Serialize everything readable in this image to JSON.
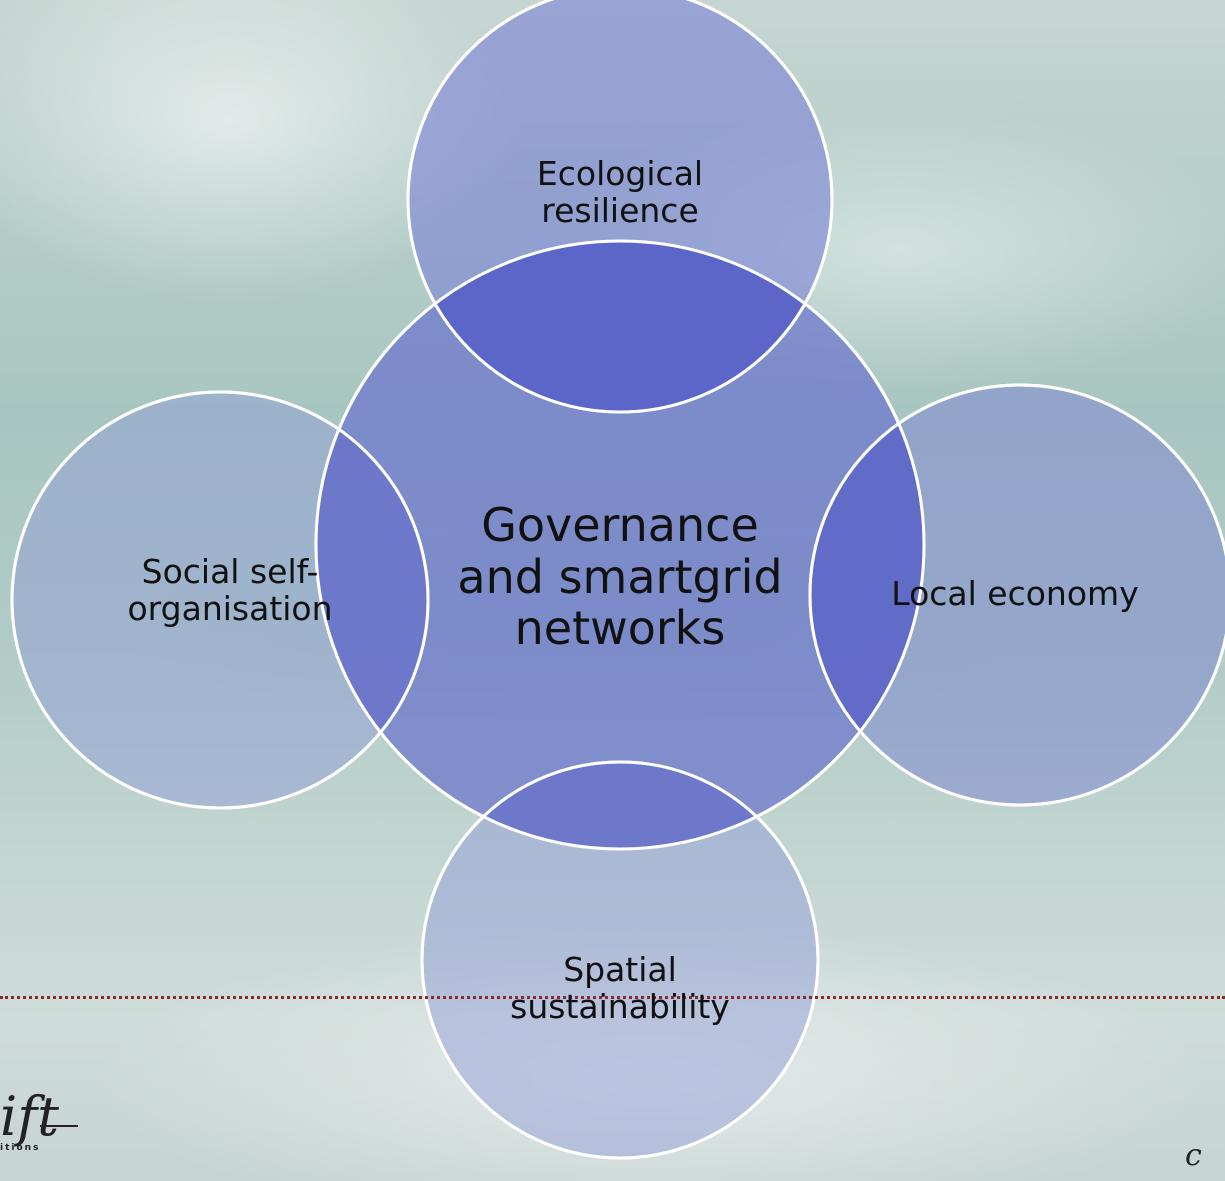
{
  "diagram": {
    "center": {
      "label_lines": [
        "Governance",
        "and smartgrid",
        "networks"
      ]
    },
    "top": {
      "label_lines": [
        "Ecological",
        "resilience"
      ]
    },
    "left": {
      "label_lines": [
        "Social self-",
        "organisation"
      ]
    },
    "right": {
      "label_lines": [
        "Local economy"
      ]
    },
    "bottom": {
      "label_lines": [
        "Spatial",
        "sustainability"
      ]
    }
  },
  "colors": {
    "circle_fill": "#6b74cc",
    "overlap_fill": "#4f58c4",
    "circle_stroke": "#ffffff",
    "divider": "#8a2a2a"
  },
  "footer": {
    "logo_left_text": "ift",
    "logo_left_sub": "itions",
    "logo_right_text": "c"
  }
}
